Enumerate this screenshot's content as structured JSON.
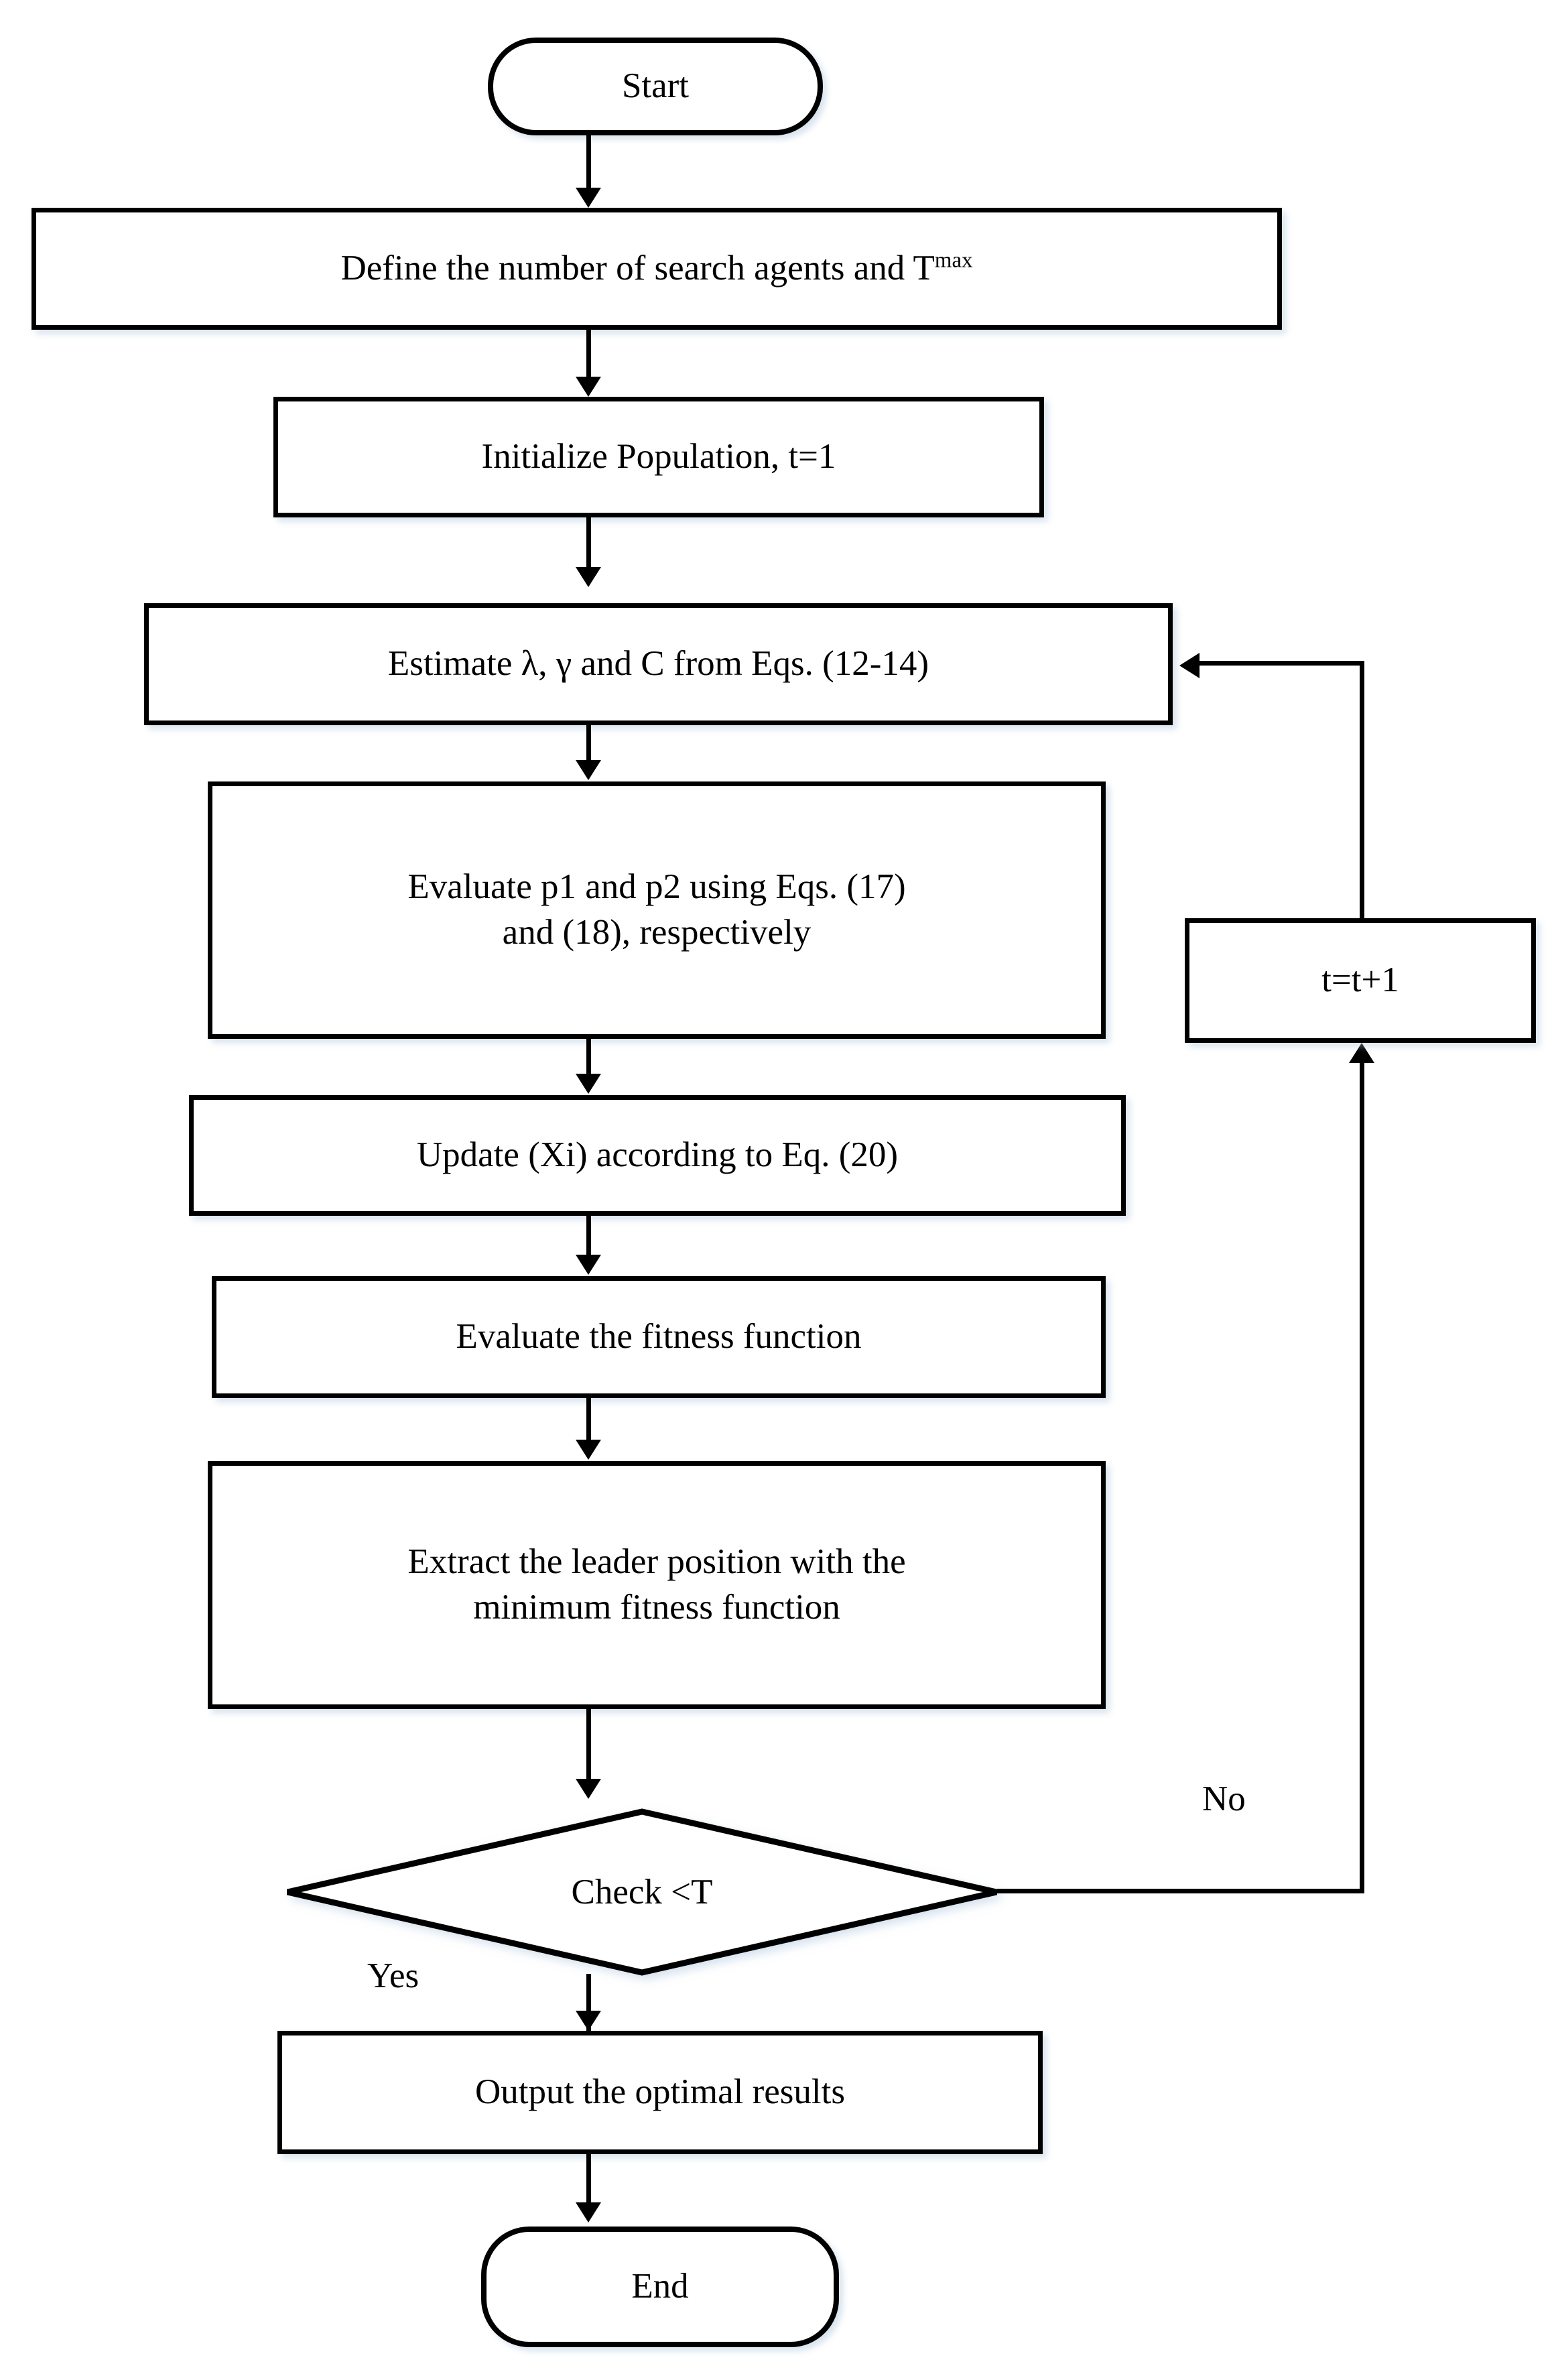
{
  "diagram": {
    "title": "Optimization algorithm flowchart",
    "colors": {
      "stroke": "#000000",
      "fill": "#ffffff",
      "text": "#000000"
    },
    "nodes": {
      "start": {
        "label": "Start",
        "shape": "terminal"
      },
      "define": {
        "label_prefix": "Define the number of search agents and T",
        "label_sup": "max",
        "shape": "process"
      },
      "initialize": {
        "label": "Initialize Population, t=1",
        "shape": "process"
      },
      "estimate": {
        "label": "Estimate λ, γ and C from Eqs. (12-14)",
        "shape": "process"
      },
      "evaluate_p": {
        "line1": "Evaluate p1 and p2 using Eqs. (17)",
        "line2": "and (18), respectively",
        "shape": "process"
      },
      "update_x": {
        "label": "Update (Xi) according to Eq. (20)",
        "shape": "process"
      },
      "fitness": {
        "label": "Evaluate the fitness function",
        "shape": "process"
      },
      "extract": {
        "line1": "Extract the leader position with the",
        "line2": "minimum fitness function",
        "shape": "process"
      },
      "check": {
        "label": "Check <T",
        "shape": "decision"
      },
      "increment": {
        "label": "t=t+1",
        "shape": "process"
      },
      "output": {
        "label": "Output the optimal results",
        "shape": "process"
      },
      "end": {
        "label": "End",
        "shape": "terminal"
      }
    },
    "edge_labels": {
      "yes": "Yes",
      "no": "No"
    }
  }
}
